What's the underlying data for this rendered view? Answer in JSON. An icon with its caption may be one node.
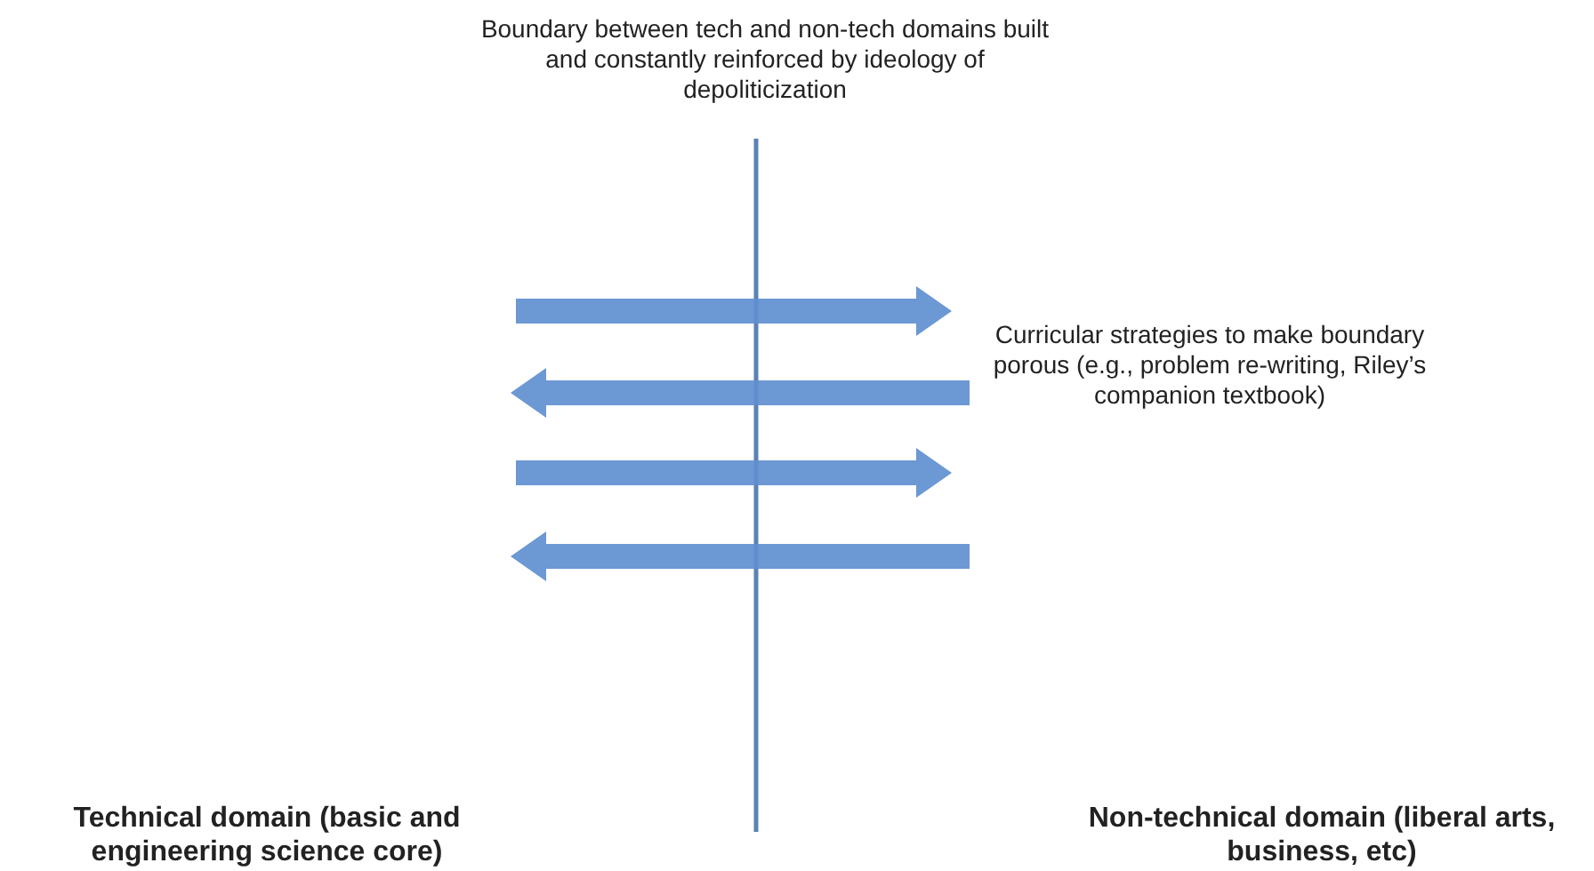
{
  "diagram": {
    "labels": [
      "Boundary between tech and non-tech domains built and constantly reinforced by ideology of depoliticization",
      "Curricular strategies to make boundary porous (e.g., problem re-writing, Riley’s companion textbook)",
      "Technical domain (basic and engineering science core)",
      "Non-technical domain (liberal arts, business, etc)"
    ]
  }
}
